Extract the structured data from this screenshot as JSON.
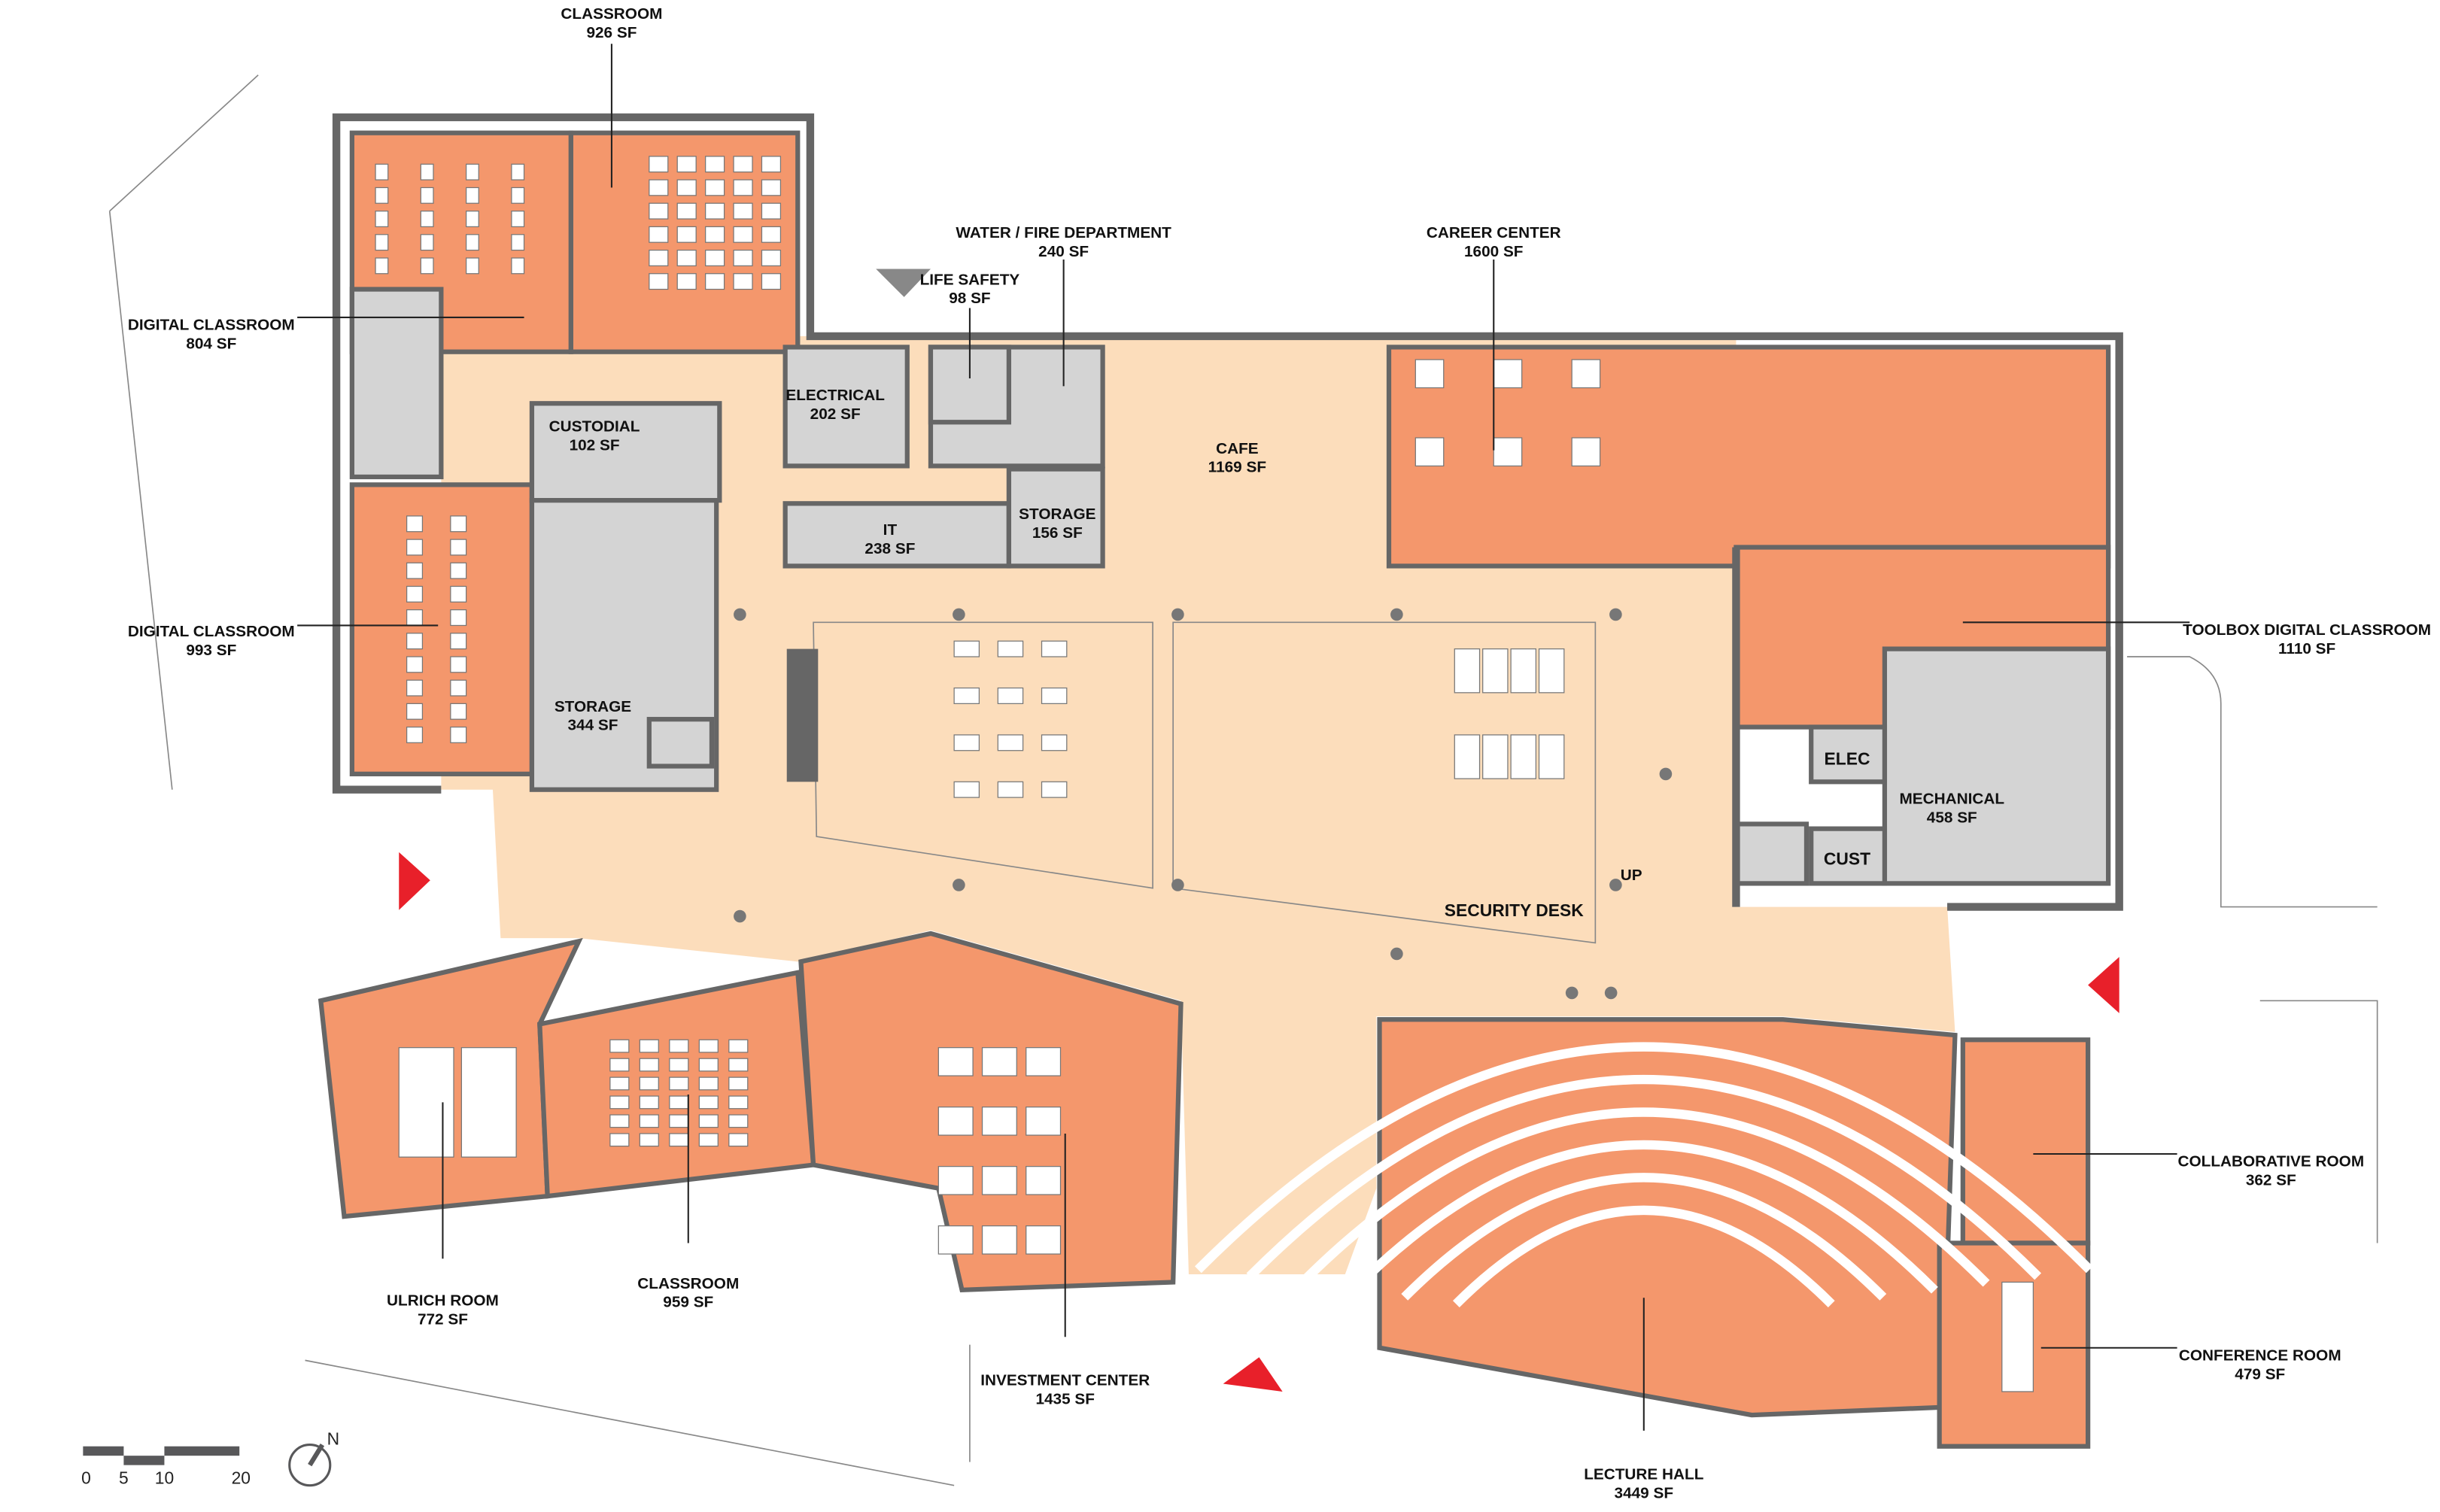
{
  "colors": {
    "program_room": "#F4976C",
    "circulation": "#FCDDBB",
    "service": "#D4D4D4",
    "wall": "#666666",
    "entry_marker": "#E8202A",
    "furniture": "#FFFFFF"
  },
  "rooms": {
    "classroom_926": {
      "name": "CLASSROOM",
      "area": "926 SF"
    },
    "digital_classroom_804": {
      "name": "DIGITAL CLASSROOM",
      "area": "804 SF"
    },
    "digital_classroom_993": {
      "name": "DIGITAL CLASSROOM",
      "area": "993 SF"
    },
    "custodial": {
      "name": "CUSTODIAL",
      "area": "102 SF"
    },
    "storage_344": {
      "name": "STORAGE",
      "area": "344 SF"
    },
    "electrical": {
      "name": "ELECTRICAL",
      "area": "202 SF"
    },
    "it": {
      "name": "IT",
      "area": "238 SF"
    },
    "storage_156": {
      "name": "STORAGE",
      "area": "156 SF"
    },
    "water_fire": {
      "name": "WATER / FIRE DEPARTMENT",
      "area": "240 SF"
    },
    "life_safety": {
      "name": "LIFE SAFETY",
      "area": "98 SF"
    },
    "cafe": {
      "name": "CAFE",
      "area": "1169 SF"
    },
    "career_center": {
      "name": "CAREER CENTER",
      "area": "1600 SF"
    },
    "toolbox": {
      "name": "TOOLBOX DIGITAL CLASSROOM",
      "area": "1110 SF"
    },
    "elec": {
      "name": "ELEC"
    },
    "mechanical": {
      "name": "MECHANICAL",
      "area": "458 SF"
    },
    "cust": {
      "name": "CUST"
    },
    "stair_up": {
      "name": "UP"
    },
    "security_desk": {
      "name": "SECURITY DESK"
    },
    "collaborative": {
      "name": "COLLABORATIVE ROOM",
      "area": "362 SF"
    },
    "conference": {
      "name": "CONFERENCE ROOM",
      "area": "479 SF"
    },
    "lecture_hall": {
      "name": "LECTURE HALL",
      "area": "3449 SF"
    },
    "investment_center": {
      "name": "INVESTMENT CENTER",
      "area": "1435 SF"
    },
    "classroom_959": {
      "name": "CLASSROOM",
      "area": "959 SF"
    },
    "ulrich_room": {
      "name": "ULRICH ROOM",
      "area": "772 SF"
    }
  },
  "scale_bar": {
    "ticks": [
      "0",
      "5",
      "10",
      "20"
    ]
  },
  "north_arrow": {
    "label": "N",
    "icon": "north-arrow-icon"
  }
}
